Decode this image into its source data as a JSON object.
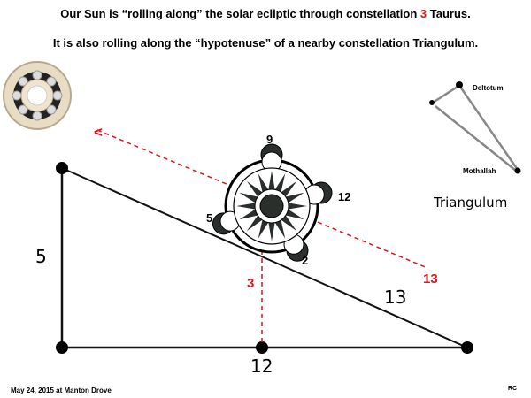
{
  "title_line1": {
    "before": "Our Sun is “rolling along” the solar ecliptic through constellation ",
    "number": "3",
    "after": " Taurus."
  },
  "title_line2": "It is also rolling along the “hypotenuse” of a nearby constellation Triangulum.",
  "triangle": {
    "side_vertical": "5",
    "side_base": "12",
    "hypotenuse": "13"
  },
  "red_labels": {
    "vertical": "3",
    "line_end": "13",
    "arrow": "<"
  },
  "wheel_labels": {
    "top": "9",
    "right": "12",
    "bottom": "2",
    "left": "5"
  },
  "constellation": {
    "name": "Triangulum",
    "star1": "Deltotum",
    "star2": "Mothallah"
  },
  "footer": {
    "date": "May  24, 2015 at Manton Drove",
    "initials": "RC"
  },
  "colors": {
    "red": "#e0141e",
    "dark": "#2a2f2c"
  }
}
